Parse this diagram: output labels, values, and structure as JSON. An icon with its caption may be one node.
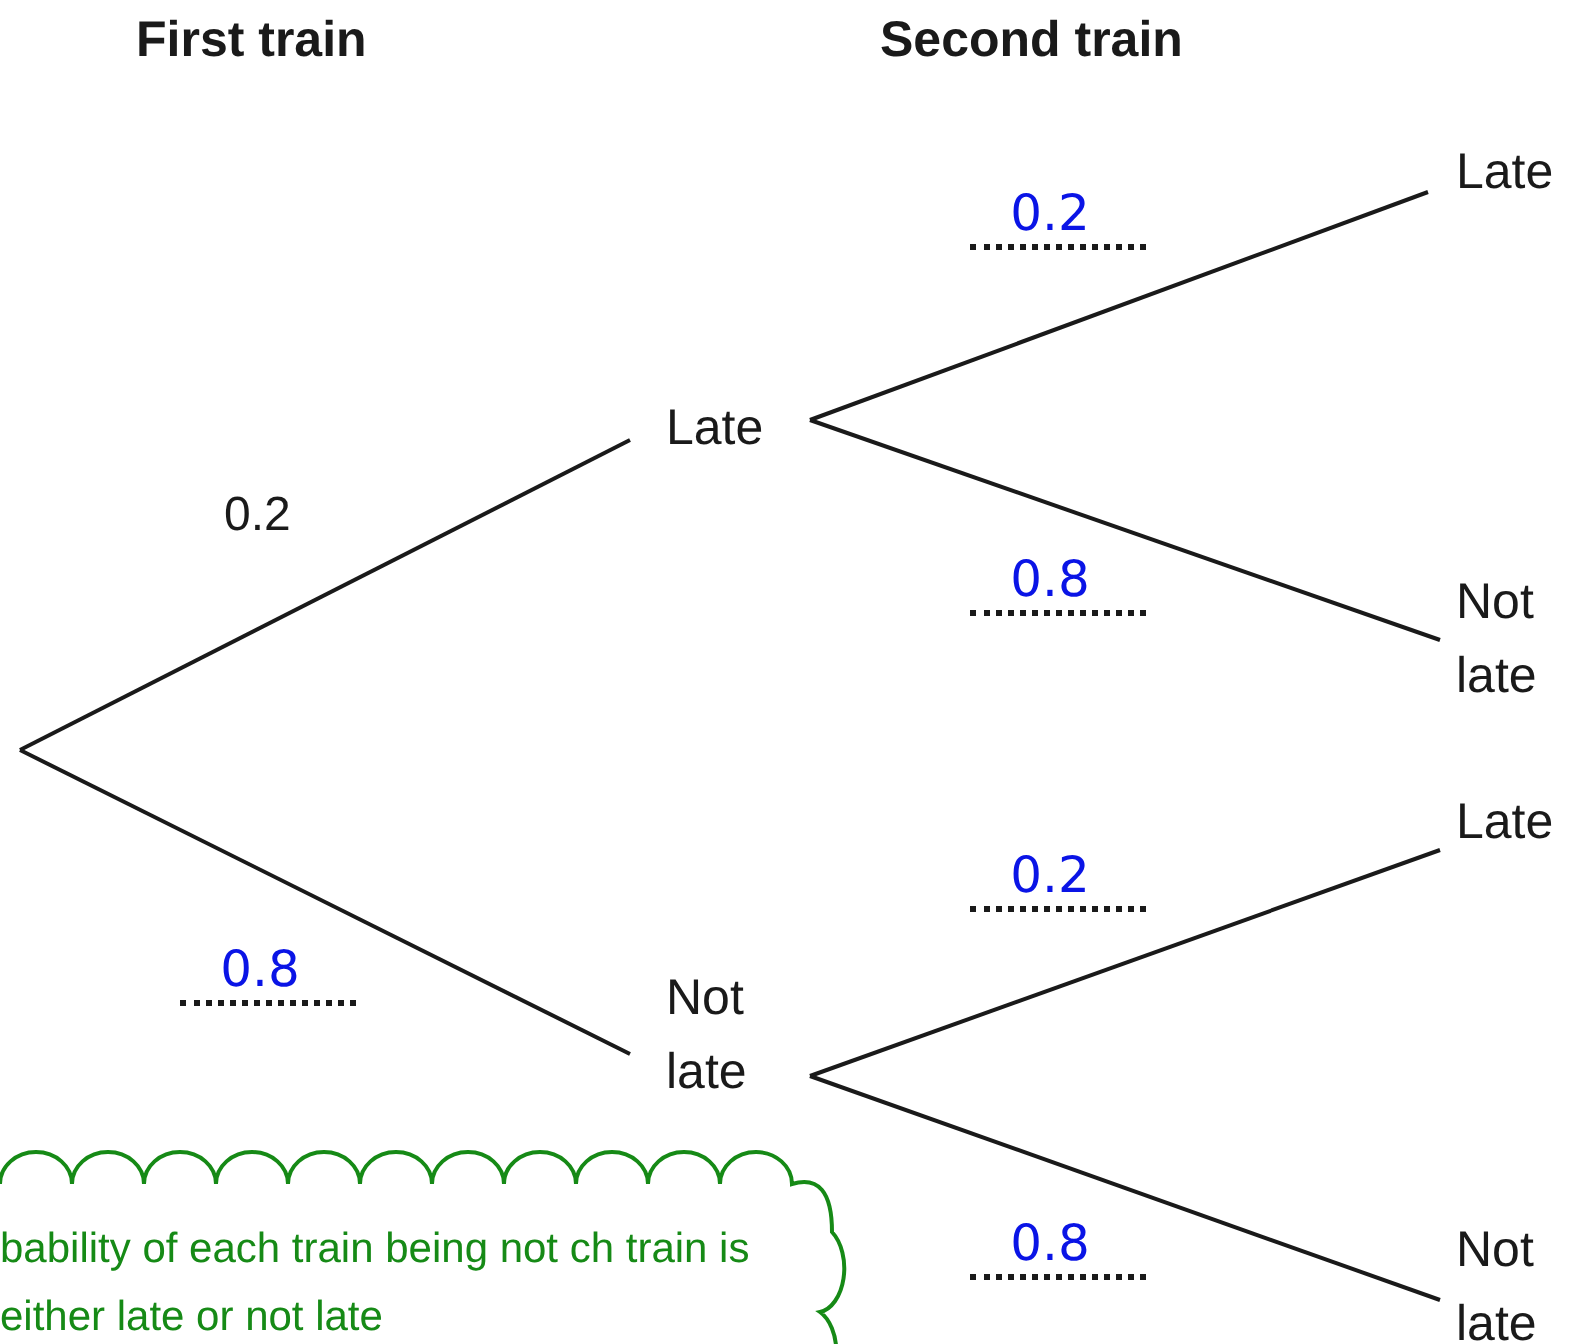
{
  "diagram": {
    "nodes": [
      {
        "text": [
          "Late"
        ]
      },
      {
        "text": [
          "Not late"
        ]
      },
      {
        "text": [
          "Late"
        ]
      },
      {
        "text": [
          "Not late"
        ]
      },
      {
        "text": [
          "Late"
        ]
      },
      {
        "text": [
          "Not late"
        ]
      },
      {
        "text": [
          "bability of each train being not ch train is either late or not late"
        ]
      }
    ],
    "edges": [
      {
        "from": null,
        "to": 0,
        "arrow": "none",
        "label": "0.2"
      },
      {
        "from": null,
        "to": 1,
        "arrow": "none",
        "label": "0.8"
      },
      {
        "from": 0,
        "to": 2,
        "arrow": "none",
        "label": "0.2"
      },
      {
        "from": 0,
        "to": 3,
        "arrow": "none",
        "label": "0.8"
      },
      {
        "from": 1,
        "to": 4,
        "arrow": "none",
        "label": "0.2"
      },
      {
        "from": 1,
        "to": 5,
        "arrow": "none",
        "label": "0.8"
      }
    ],
    "labels": [
      "First train",
      "Second train"
    ]
  }
}
